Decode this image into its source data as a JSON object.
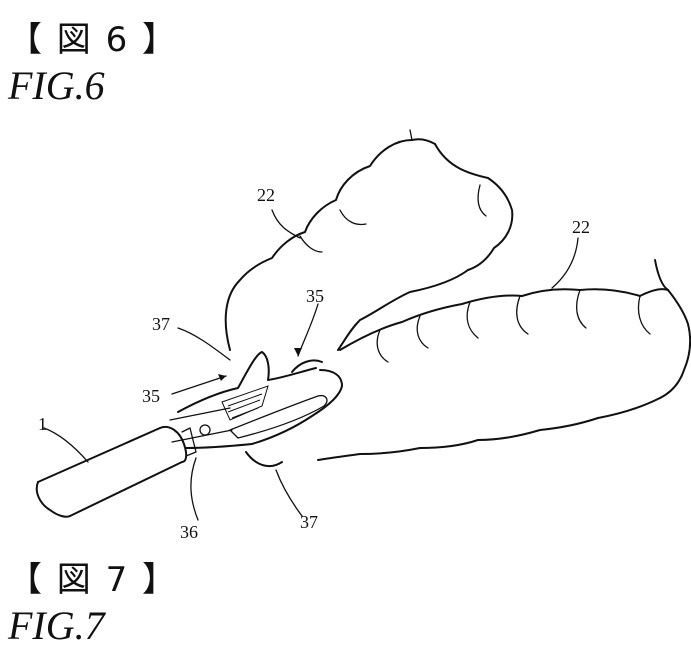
{
  "headings": {
    "fig6_jp": "【 図 6 】",
    "fig6_en": "FIG.6",
    "fig7_jp": "【 図 7 】",
    "fig7_en": "FIG.7"
  },
  "labels": {
    "cable": "1",
    "cloth_upper": "22",
    "cloth_right": "22",
    "jaw_tip_upper": "37",
    "jaw_tip_lower": "37",
    "jaw_left": "35",
    "jaw_right": "35",
    "pivot": "36"
  }
}
